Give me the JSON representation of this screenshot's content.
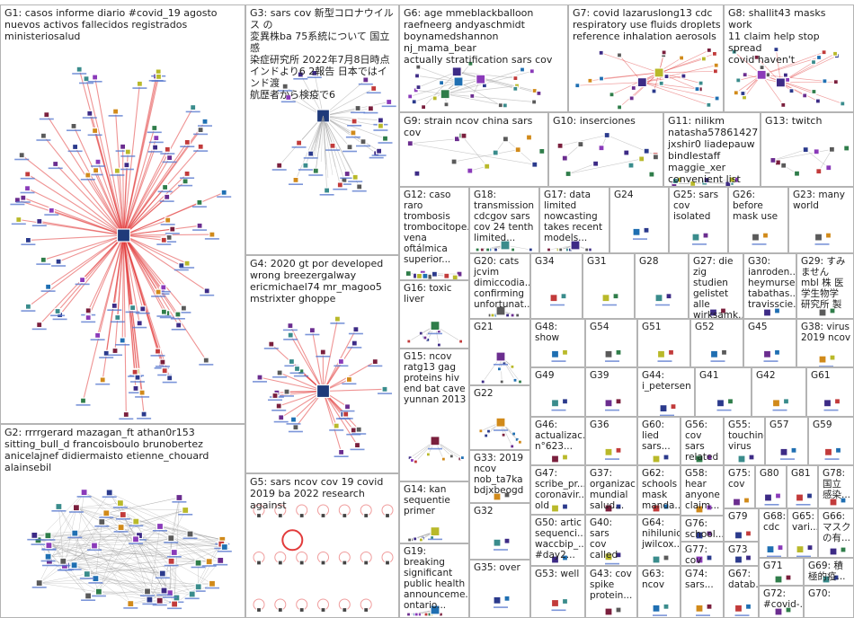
{
  "colors": {
    "edge_hub": "#e23b3b",
    "edge_light": "#9a9a9a",
    "border": "#b4b4b4"
  },
  "groups": [
    {
      "id": "G1",
      "label": "G1: casos informe diario #covid_19 agosto\nnuevos activos fallecidos registrados\nministeriosalud",
      "style": "hub-red",
      "hub_name": "ministeriosalud"
    },
    {
      "id": "G2",
      "label": "G2: rrrrgerard mazagan_ft athan0r153\nsitting_bull_d francoisboulo brunobertez\nanicelajnef didiermaisto etienne_chouard\nalainsebil",
      "style": "mesh"
    },
    {
      "id": "G3",
      "label": "G3: sars cov 新型コロナウイルス の\n変異株ba 75系統について 国立感\n染症研究所 2022年7月8日時点\nインドより6 2報告 日本ではインド渡\n航歴者から検疫で6",
      "style": "hub-gray"
    },
    {
      "id": "G4",
      "label": "G4: 2020 gt por developed\nwrong breezergalway\nericmichael74 mr_magoo5\nmstrixter ghoppe",
      "style": "hub-red"
    },
    {
      "id": "G5",
      "label": "G5: sars ncov cov 19 covid\n2019 ba 2022 research against",
      "style": "loops"
    },
    {
      "id": "G6",
      "label": "G6: age mmeblackballoon\nraefneerg andyaschmidt\nboynamedshannon nj_mama_bear\nactually stratification sars cov",
      "style": "multi"
    },
    {
      "id": "G7",
      "label": "G7: covid lazaruslong13 cdc\nrespiratory use fluids droplets\nreference inhalation aerosols",
      "style": "multi-red"
    },
    {
      "id": "G8",
      "label": "G8: shallit43 masks work\n11 claim help stop spread\ncovid haven't",
      "style": "multi-red"
    },
    {
      "id": "G9",
      "label": "G9: strain ncov china sars cov",
      "style": "few"
    },
    {
      "id": "G10",
      "label": "G10: inserciones",
      "style": "few"
    },
    {
      "id": "G11",
      "label": "G11: nilikm\nnatasha57861427\njxshir0 liadepauw\nbindlestaff\nmaggie_xer\nconvenient list",
      "style": "scatter"
    },
    {
      "id": "G12",
      "label": "G12: caso\nraro\ntrombosis\ntrombocitope...\nvena\noftálmica\nsuperior...",
      "style": "scatter"
    },
    {
      "id": "G13",
      "label": "G13: twitch",
      "style": "scatter"
    },
    {
      "id": "G14",
      "label": "G14: kan\nsequentie\nprimer",
      "style": "star"
    },
    {
      "id": "G15",
      "label": "G15: ncov\nratg13 gag\nproteins hiv\nend bat cave\nyunnan 2013",
      "style": "star"
    },
    {
      "id": "G16",
      "label": "G16: toxic\nliver",
      "style": "star"
    },
    {
      "id": "G17",
      "label": "G17: data\nlimited\nnowcasting\ntakes recent\nmodels...",
      "style": "star"
    },
    {
      "id": "G18",
      "label": "G18:\ntransmission\ncdcgov sars\ncov 24 tenth\nlimited...",
      "style": "star"
    },
    {
      "id": "G19",
      "label": "G19: breaking\nsignificant\npublic health\nannounceme...\nontario...",
      "style": "star"
    },
    {
      "id": "G20",
      "label": "G20: cats\njcvim\ndimiccodia...\nconfirming\nunfortunat...",
      "style": "star"
    },
    {
      "id": "G21",
      "label": "G21",
      "style": "star"
    },
    {
      "id": "G22",
      "label": "G22",
      "style": "star"
    },
    {
      "id": "G23",
      "label": "G23: many\nworld",
      "style": "pair"
    },
    {
      "id": "G24",
      "label": "G24",
      "style": "pair"
    },
    {
      "id": "G25",
      "label": "G25: sars\ncov isolated",
      "style": "pair"
    },
    {
      "id": "G26",
      "label": "G26: before\nmask use",
      "style": "pair"
    },
    {
      "id": "G27",
      "label": "G27: die\nzig studien\ngelistet\nalle\nwirksamk...",
      "style": "pair"
    },
    {
      "id": "G28",
      "label": "G28",
      "style": "pair"
    },
    {
      "id": "G29",
      "label": "G29: すみ\nません\nmbl 株 医\n学生物学\n研究所 製",
      "style": "pair"
    },
    {
      "id": "G30",
      "label": "G30:\nianroden...\nheymurse...\ntabathas...\ntravissсie...",
      "style": "pair"
    },
    {
      "id": "G31",
      "label": "G31",
      "style": "pair"
    },
    {
      "id": "G32",
      "label": "G32",
      "style": "pair"
    },
    {
      "id": "G33",
      "label": "G33: 2019\nncov\nnob_ta7ka\nbdjxbeogd",
      "style": "pair"
    },
    {
      "id": "G34",
      "label": "G34",
      "style": "pair"
    },
    {
      "id": "G35",
      "label": "G35: over",
      "style": "pair"
    },
    {
      "id": "G36",
      "label": "G36",
      "style": "pair"
    },
    {
      "id": "G37",
      "label": "G37:\norganizac...\nmundial\nsalud...",
      "style": "pair"
    },
    {
      "id": "G38",
      "label": "G38: virus\n2019 ncov",
      "style": "pair"
    },
    {
      "id": "G39",
      "label": "G39",
      "style": "pair"
    },
    {
      "id": "G40",
      "label": "G40: sars\ncov called",
      "style": "pair"
    },
    {
      "id": "G41",
      "label": "G41",
      "style": "pair"
    },
    {
      "id": "G42",
      "label": "G42",
      "style": "pair"
    },
    {
      "id": "G43",
      "label": "G43: cov\nspike\nprotein...",
      "style": "pair"
    },
    {
      "id": "G44",
      "label": "G44:\ni_petersen",
      "style": "pair"
    },
    {
      "id": "G45",
      "label": "G45",
      "style": "pair"
    },
    {
      "id": "G46",
      "label": "G46:\nactualizac...\nn°623...",
      "style": "pair"
    },
    {
      "id": "G47",
      "label": "G47:\nscribe_pr...\ncoronavir...\nold ones...",
      "style": "pair"
    },
    {
      "id": "G48",
      "label": "G48: show",
      "style": "pair"
    },
    {
      "id": "G49",
      "label": "G49",
      "style": "pair"
    },
    {
      "id": "G50",
      "label": "G50: artic\nsequenci...\nwaccbip_...\n#day2...",
      "style": "pair"
    },
    {
      "id": "G51",
      "label": "G51",
      "style": "pair"
    },
    {
      "id": "G52",
      "label": "G52",
      "style": "pair"
    },
    {
      "id": "G53",
      "label": "G53: well",
      "style": "pair"
    },
    {
      "id": "G54",
      "label": "G54",
      "style": "pair"
    },
    {
      "id": "G55",
      "label": "G55:\ntouching\nvirus",
      "style": "pair"
    },
    {
      "id": "G56",
      "label": "G56:\ncov sars\nrelated",
      "style": "pair"
    },
    {
      "id": "G57",
      "label": "G57",
      "style": "pair"
    },
    {
      "id": "G58",
      "label": "G58:\nhear\nanyone\nclaim...",
      "style": "pair"
    },
    {
      "id": "G59",
      "label": "G59",
      "style": "pair"
    },
    {
      "id": "G60",
      "label": "G60:\nlied\nsars...",
      "style": "pair"
    },
    {
      "id": "G61",
      "label": "G61",
      "style": "pair"
    },
    {
      "id": "G62",
      "label": "G62:\nschools\nmask\nmanda...",
      "style": "pair"
    },
    {
      "id": "G63",
      "label": "G63:\nncov",
      "style": "pair"
    },
    {
      "id": "G64",
      "label": "G64:\nnihilunic\njwilcox...",
      "style": "pair"
    },
    {
      "id": "G65",
      "label": "G65:\nvari...",
      "style": "pair"
    },
    {
      "id": "G66",
      "label": "G66:\nマスク\nの有...",
      "style": "pair"
    },
    {
      "id": "G67",
      "label": "G67:\ndatab...",
      "style": "pair"
    },
    {
      "id": "G68",
      "label": "G68:\ncdc",
      "style": "pair"
    },
    {
      "id": "G69",
      "label": "G69: 積\n極的疫...",
      "style": "pair"
    },
    {
      "id": "G70",
      "label": "G70:",
      "style": "empty"
    },
    {
      "id": "G71",
      "label": "G71",
      "style": "pair"
    },
    {
      "id": "G72",
      "label": "G72:\n#covid-...",
      "style": "pair"
    },
    {
      "id": "G73",
      "label": "G73",
      "style": "pair"
    },
    {
      "id": "G74",
      "label": "G74:\nsars...",
      "style": "pair"
    },
    {
      "id": "G75",
      "label": "G75:\ncov",
      "style": "pair"
    },
    {
      "id": "G76",
      "label": "G76:\nschool...",
      "style": "pair"
    },
    {
      "id": "G77",
      "label": "G77:\ncov",
      "style": "pair"
    },
    {
      "id": "G78",
      "label": "G78:\n国立\n感染...",
      "style": "pair"
    },
    {
      "id": "G79",
      "label": "G79",
      "style": "pair"
    },
    {
      "id": "G80",
      "label": "G80",
      "style": "pair"
    },
    {
      "id": "G81",
      "label": "G81",
      "style": "pair"
    }
  ]
}
